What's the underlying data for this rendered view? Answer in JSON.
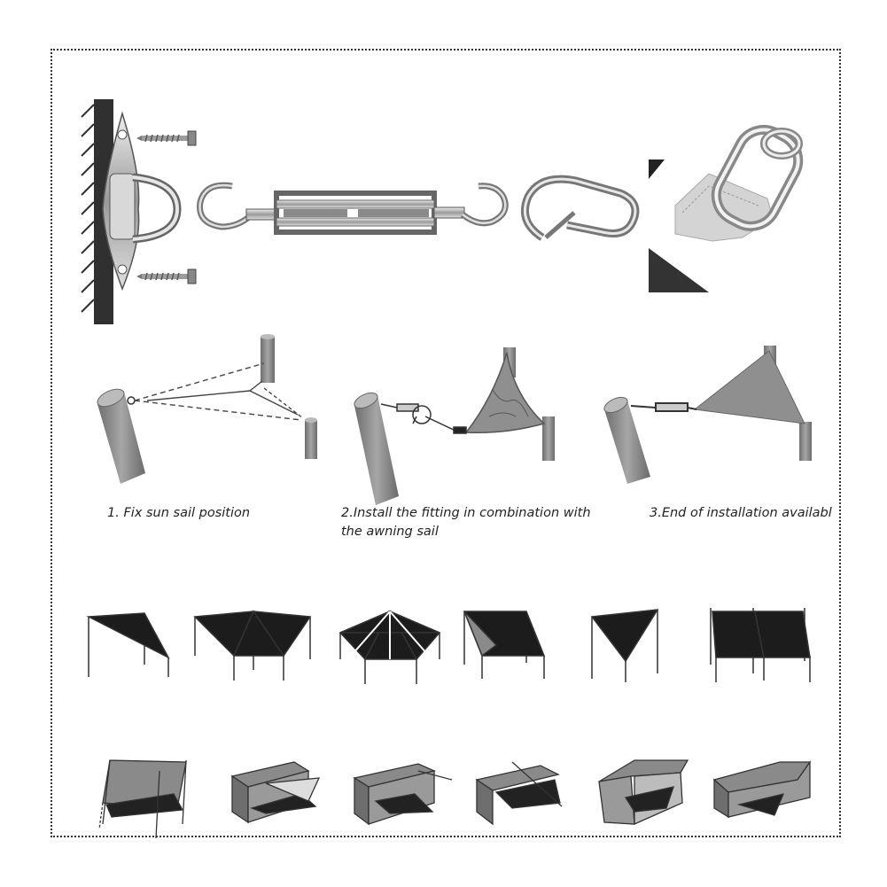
{
  "steps": [
    {
      "label": "1. Fix sun sail position"
    },
    {
      "label": "2.Install the fitting in combination with",
      "label2": "the awning sail"
    },
    {
      "label": "3.End of installation availabl"
    }
  ],
  "colors": {
    "sail_dark": "#1c1c1c",
    "sail_grey": "#8a8a8a",
    "pole": "#7f7f7f",
    "metal": "#b9b9b9",
    "wall": "#303030",
    "frame_border": "#333333"
  },
  "hardware_icons": [
    "pad-eye-plate-icon",
    "screw-icon",
    "turnbuckle-icon",
    "snap-hook-icon",
    "sail-corner-ring-icon"
  ]
}
